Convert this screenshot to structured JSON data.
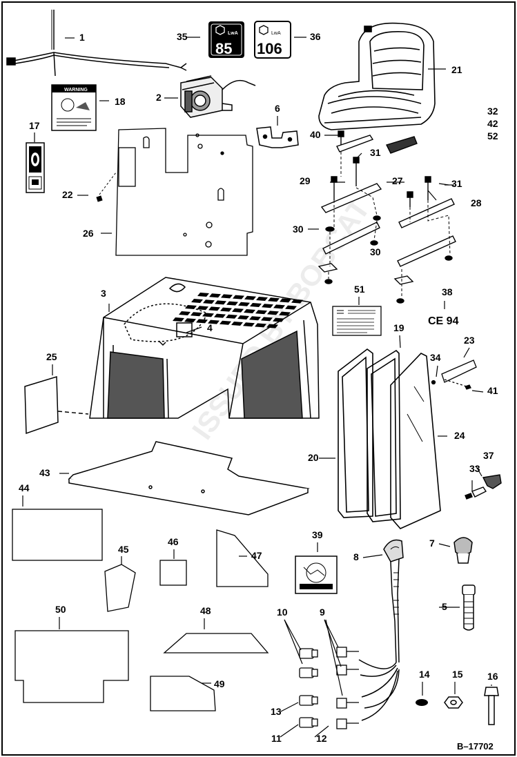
{
  "drawing_ref": "B–17702",
  "watermark": "ISSUED BY BOBCAT",
  "labels": {
    "sound_85": "85",
    "sound_106": "106",
    "lwa": "LwA",
    "ce": "CE 94",
    "warning": "WARNING"
  },
  "callouts": [
    "1",
    "2",
    "3",
    "4",
    "5",
    "6",
    "7",
    "8",
    "9",
    "10",
    "11",
    "12",
    "13",
    "14",
    "15",
    "16",
    "17",
    "18",
    "19",
    "20",
    "21",
    "22",
    "23",
    "24",
    "25",
    "26",
    "27",
    "28",
    "29",
    "30",
    "30",
    "31",
    "31",
    "32",
    "33",
    "34",
    "35",
    "36",
    "37",
    "38",
    "39",
    "40",
    "41",
    "42",
    "43",
    "44",
    "45",
    "46",
    "47",
    "48",
    "49",
    "50",
    "51",
    "52"
  ]
}
